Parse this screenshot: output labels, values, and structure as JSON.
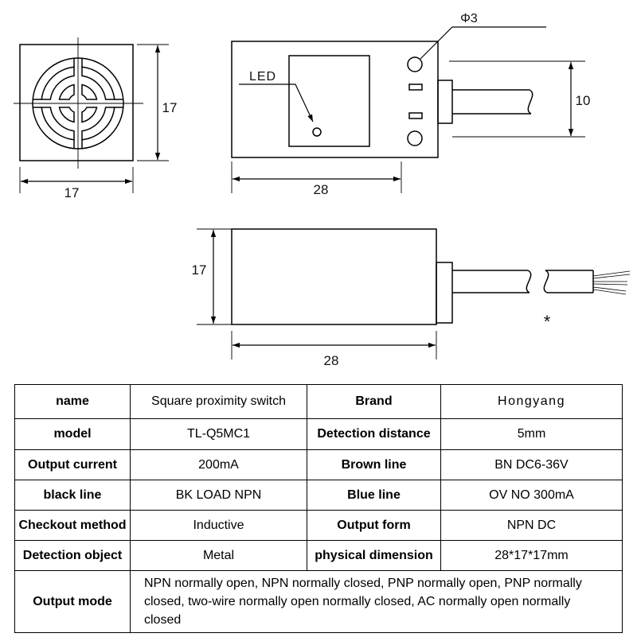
{
  "drawing": {
    "front_view": {
      "height_dim": "17",
      "width_dim": "17"
    },
    "top_view": {
      "hole_label": "Φ3",
      "led_label": "LED",
      "hole_spacing_dim": "10",
      "length_dim": "28"
    },
    "side_view": {
      "height_dim": "17",
      "length_dim": "28",
      "cable_note": "*"
    }
  },
  "spec_table": {
    "rows": [
      {
        "left_label": "name",
        "left_value": "Square proximity switch",
        "right_label": "Brand",
        "right_value": "Hongyang"
      },
      {
        "left_label": "model",
        "left_value": "TL-Q5MC1",
        "right_label": "Detection distance",
        "right_value": "5mm"
      },
      {
        "left_label": "Output current",
        "left_value": "200mA",
        "right_label": "Brown line",
        "right_value": "BN DC6-36V"
      },
      {
        "left_label": "black line",
        "left_value": "BK LOAD NPN",
        "right_label": "Blue line",
        "right_value": "OV NO 300mA"
      },
      {
        "left_label": "Checkout method",
        "left_value": "Inductive",
        "right_label": "Output form",
        "right_value": "NPN DC"
      },
      {
        "left_label": "Detection object",
        "left_value": "Metal",
        "right_label": "physical dimension",
        "right_value": "28*17*17mm"
      }
    ],
    "output_mode": {
      "label": "Output mode",
      "value": "NPN normally open, NPN normally closed, PNP normally open, PNP normally closed, two-wire normally open normally closed, AC normally open normally closed"
    }
  }
}
